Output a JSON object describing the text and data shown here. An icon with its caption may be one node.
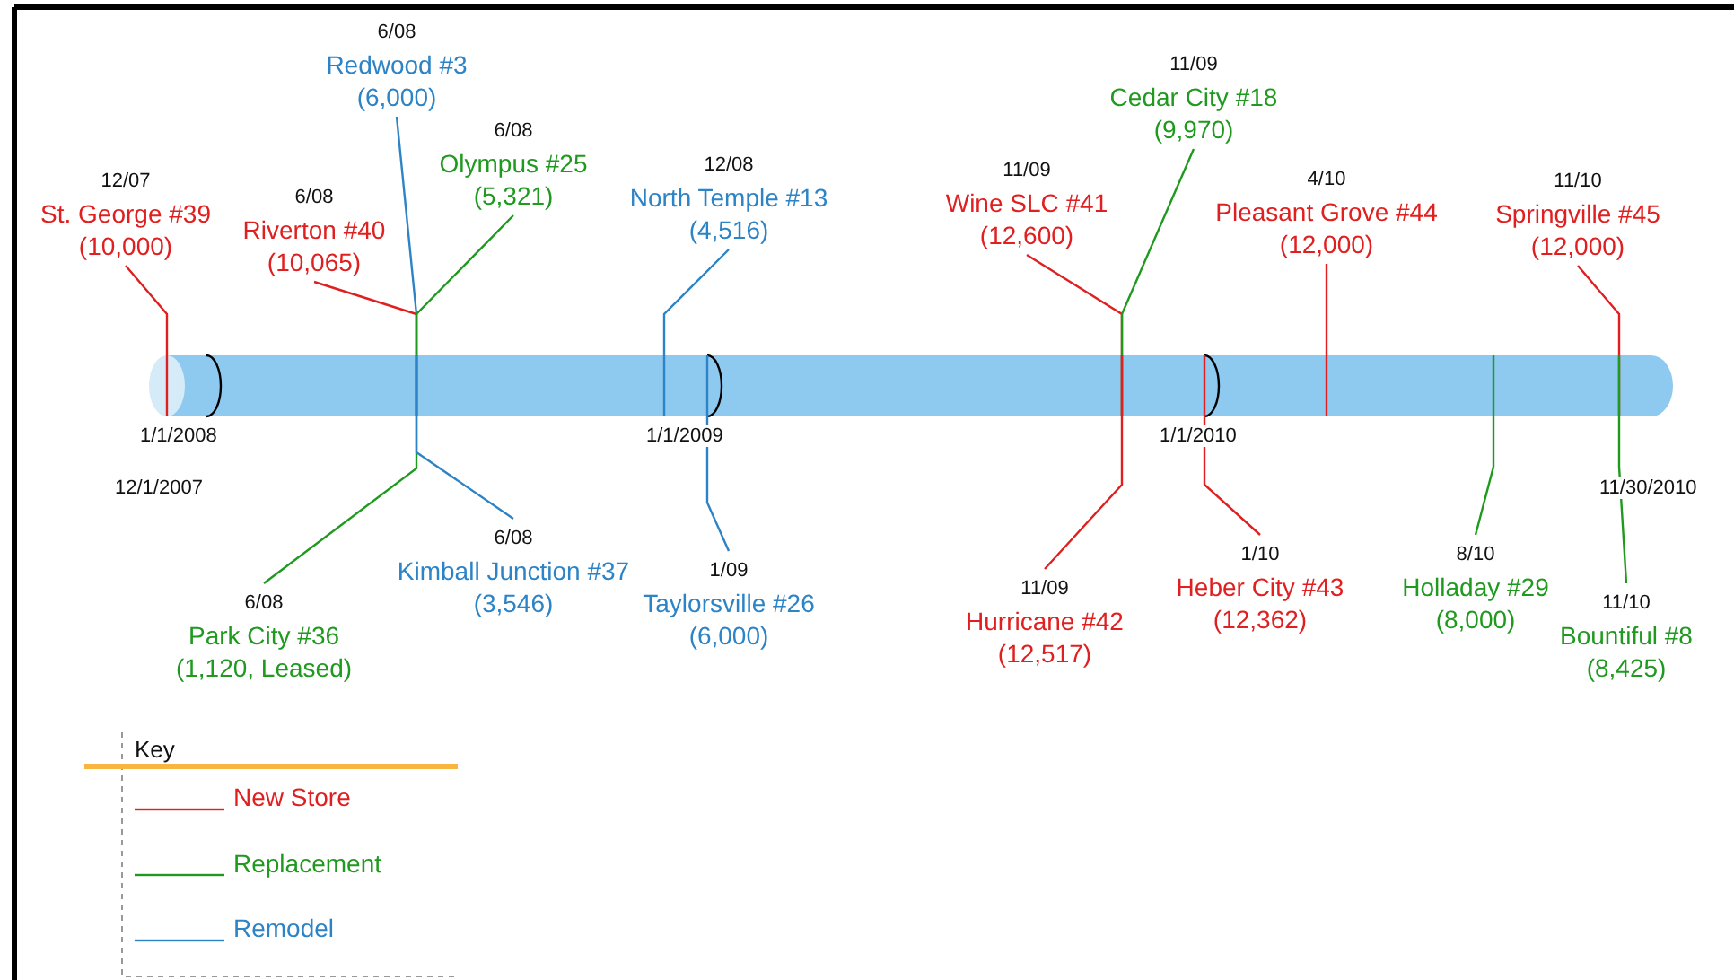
{
  "diagram": {
    "nodes": [
      {
        "text": [],
        "shape": "bar"
      },
      {
        "text": [
          "12/07",
          "St. George #39",
          "(10,000)"
        ]
      },
      {
        "text": [
          "6/08",
          "Redwood #3",
          "(6,000)"
        ]
      },
      {
        "text": [
          "6/08",
          "Riverton #40",
          "(10,065)"
        ]
      },
      {
        "text": [
          "6/08",
          "Olympus #25",
          "(5,321)"
        ]
      },
      {
        "text": [
          "6/08",
          "Park City #36",
          "(1,120, Leased)"
        ]
      },
      {
        "text": [
          "6/08",
          "Kimball Junction #37",
          "(3,546)"
        ]
      },
      {
        "text": [
          "12/08",
          "North Temple #13",
          "(4,516)"
        ]
      },
      {
        "text": [
          "1/09",
          "Taylorsville #26",
          "(6,000)"
        ]
      },
      {
        "text": [
          "11/09",
          "Wine SLC #41",
          "(12,600)"
        ]
      },
      {
        "text": [
          "11/09",
          "Cedar City #18",
          "(9,970)"
        ]
      },
      {
        "text": [
          "11/09",
          "Hurricane #42",
          "(12,517)"
        ]
      },
      {
        "text": [
          "1/10",
          "Heber City #43",
          "(12,362)"
        ]
      },
      {
        "text": [
          "4/10",
          "Pleasant Grove #44",
          "(12,000)"
        ]
      },
      {
        "text": [
          "8/10",
          "Holladay #29",
          "(8,000)"
        ]
      },
      {
        "text": [
          "11/10",
          "Springville #45",
          "(12,000)"
        ]
      },
      {
        "text": [
          "11/10",
          "Bountiful #8",
          "(8,425)"
        ]
      }
    ],
    "edges": [
      {
        "from": 1,
        "to": 0,
        "arrow": "none"
      },
      {
        "from": 2,
        "to": 0,
        "arrow": "none",
        "color": "#2c84c6"
      },
      {
        "from": 3,
        "to": 0,
        "arrow": "none"
      },
      {
        "from": 4,
        "to": 0,
        "arrow": "none",
        "color": "#1f9a1f"
      },
      {
        "from": 5,
        "to": 0,
        "arrow": "none",
        "color": "#1f9a1f"
      },
      {
        "from": 6,
        "to": 0,
        "arrow": "none",
        "color": "#2c84c6"
      },
      {
        "from": 7,
        "to": 0,
        "arrow": "none",
        "color": "#2c84c6"
      },
      {
        "from": 8,
        "to": 0,
        "arrow": "none",
        "color": "#2c84c6"
      },
      {
        "from": 9,
        "to": 0,
        "arrow": "none"
      },
      {
        "from": 10,
        "to": 0,
        "arrow": "none",
        "color": "#1f9a1f"
      },
      {
        "from": 11,
        "to": 0,
        "arrow": "none"
      },
      {
        "from": 12,
        "to": 0,
        "arrow": "none"
      },
      {
        "from": 13,
        "to": 0,
        "arrow": "none"
      },
      {
        "from": 14,
        "to": 0,
        "arrow": "none",
        "color": "#1f9a1f"
      },
      {
        "from": 15,
        "to": 0,
        "arrow": "none"
      },
      {
        "from": 16,
        "to": 0,
        "arrow": "none",
        "color": "#1f9a1f"
      }
    ],
    "labels": [
      "1/1/2008",
      "12/1/2007",
      "1/1/2009",
      "1/1/2010",
      "11/30/2010",
      "Key"
    ],
    "legend": [
      {
        "text": "New Store",
        "color": "#e02020"
      },
      {
        "text": "Replacement",
        "color": "#1f9a1f"
      },
      {
        "text": "Remodel",
        "color": "#2c84c6"
      }
    ]
  }
}
